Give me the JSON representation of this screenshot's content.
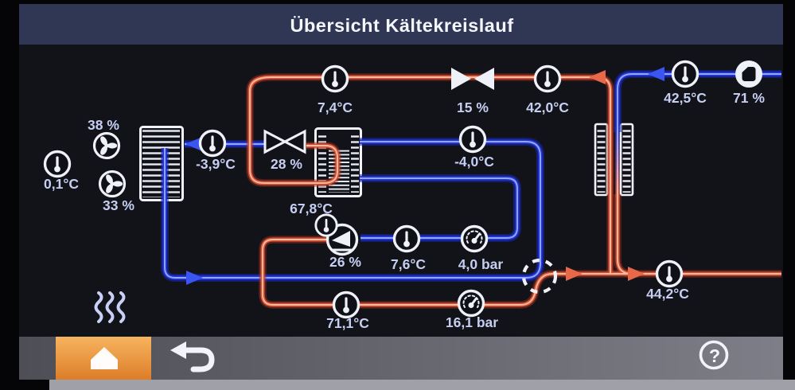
{
  "header": {
    "title": "Übersicht Kältekreislauf"
  },
  "labels": {
    "fan_top": "38 %",
    "fan_bottom": "33 %",
    "outside_temp": "0,1°C",
    "evap_in_temp": "-3,9°C",
    "eev_opening": "28 %",
    "liquid_temp": "7,4°C",
    "hp_valve_opening": "15 %",
    "condenser_out_temp": "42,0°C",
    "water_return_temp": "42,5°C",
    "pump_speed": "71 %",
    "suction_shx_temp": "-4,0°C",
    "hot_gas_temp": "67,8°C",
    "compressor_speed": "26 %",
    "suction_temp": "7,6°C",
    "suction_pressure": "4,0 bar",
    "discharge_temp": "71,1°C",
    "discharge_pressure": "16,1 bar",
    "water_flow_temp": "44,2°C"
  },
  "bottom_bar": {
    "help_glyph": "?"
  },
  "colors": {
    "accent_orange": "#ef9a3f",
    "line_red": "#cf5136",
    "line_blue": "#2336d6",
    "label_text": "#c6cff2",
    "titlebar": "#2f3754",
    "screen_bg": "#121219"
  },
  "icons": {
    "thermometer": "temperature sensor",
    "gauge": "pressure sensor",
    "fan": "fan speed",
    "pump": "circulation pump",
    "compressor": "compressor",
    "valve": "expansion valve",
    "heat_waves": "heat indicator",
    "home": "home button",
    "back": "back arrow",
    "help": "question mark"
  }
}
